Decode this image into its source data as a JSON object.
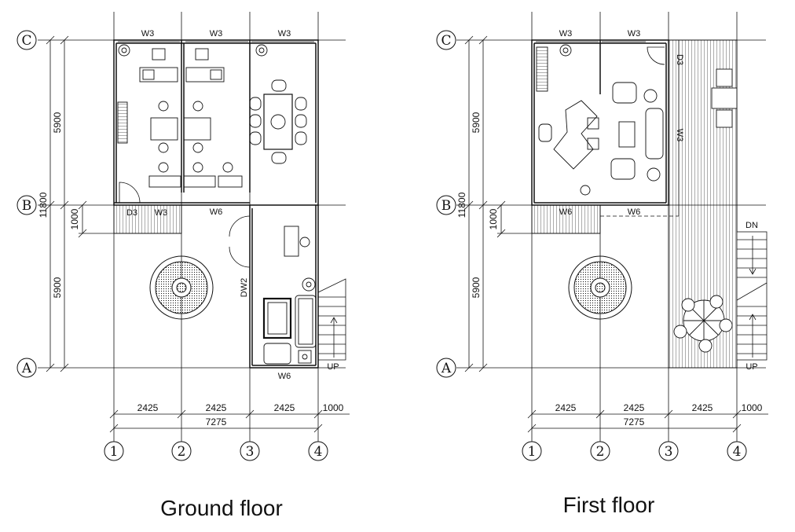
{
  "ground": {
    "title": "Ground floor",
    "windows": {
      "w3_a": "W3",
      "w3_b": "W3",
      "w3_c": "W3",
      "w3_d": "W3",
      "w6_a": "W6",
      "w6_b": "W6"
    },
    "doors": {
      "d3": "D3",
      "dw2": "DW2"
    },
    "stair_label": "UP"
  },
  "first": {
    "title": "First floor",
    "windows": {
      "w3_a": "W3",
      "w3_b": "W3",
      "w3_v": "W3",
      "w6_a": "W6",
      "w6_b": "W6"
    },
    "doors": {
      "d3": "D3"
    },
    "stair_up": "UP",
    "stair_dn": "DN"
  },
  "grid": {
    "rows": [
      "C",
      "B",
      "A"
    ],
    "cols": [
      "1",
      "2",
      "3",
      "4"
    ]
  },
  "dims": {
    "span_a": "2425",
    "span_b": "2425",
    "span_c": "2425",
    "overhang": "1000",
    "total": "7275",
    "vert_upper": "5900",
    "vert_lower": "5900",
    "vert_total": "11800",
    "offset": "1000"
  },
  "colors": {
    "line": "#111111",
    "background": "#ffffff"
  }
}
